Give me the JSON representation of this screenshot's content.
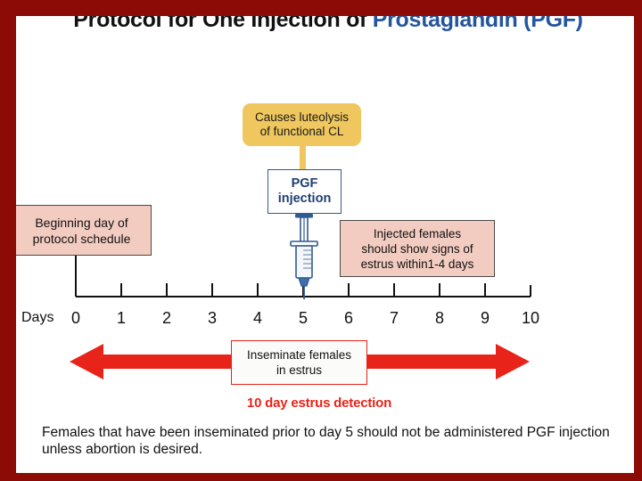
{
  "slide": {
    "title_main": "Protocol for One Injection of ",
    "title_accent": "Prostaglandin (PGF)",
    "frame_color": "#8d0b06",
    "background": "#ffffff"
  },
  "callout": {
    "text": "Causes luteolysis\nof functional CL",
    "color": "#efc75e"
  },
  "injection_box": {
    "text": "PGF\ninjection",
    "text_color": "#1f3f73",
    "border_color": "#2f5a92"
  },
  "note_left": {
    "text": "Beginning day of\nprotocol schedule",
    "color": "#f3ccc1"
  },
  "note_right": {
    "text": "Injected females\nshould show signs of\nestrus within1-4 days",
    "color": "#f3ccc1"
  },
  "insemination_box": {
    "text": "Inseminate females\nin estrus",
    "border_color": "#e8231a"
  },
  "detection_label": {
    "text": "10 day estrus detection",
    "color": "#e8231a"
  },
  "footnote": {
    "text": "Females that have been inseminated prior to day 5 should not be administered PGF injection unless abortion is desired."
  },
  "timeline": {
    "axis_label": "Days",
    "ticks": [
      "0",
      "1",
      "2",
      "3",
      "4",
      "5",
      "6",
      "7",
      "8",
      "9",
      "10"
    ],
    "injection_day": "5",
    "arrow_span_days": "0-10"
  },
  "icons": {
    "syringe": "syringe-icon",
    "arrow_left": "arrow-left-icon",
    "arrow_right": "arrow-right-icon"
  },
  "chart_data": {
    "type": "timeline",
    "title": "Protocol for One Injection of Prostaglandin (PGF)",
    "xlabel": "Days",
    "x": [
      0,
      1,
      2,
      3,
      4,
      5,
      6,
      7,
      8,
      9,
      10
    ],
    "xlim": [
      0,
      10
    ],
    "grid": false,
    "legend": "none",
    "events": [
      {
        "day": 0,
        "label": "Beginning day of protocol schedule",
        "marker": "callout-pink"
      },
      {
        "day": 5,
        "label": "PGF injection",
        "marker": "syringe"
      },
      {
        "day": 5,
        "label": "Causes luteolysis of functional CL",
        "marker": "callout-yellow"
      },
      {
        "day": 5,
        "label": "Injected females should show signs of estrus within1-4 days",
        "marker": "callout-pink"
      }
    ],
    "spans": [
      {
        "from": 0,
        "to": 10,
        "label": "10 day estrus detection",
        "sublabel": "Inseminate females in estrus",
        "color": "#e8231a"
      }
    ]
  }
}
